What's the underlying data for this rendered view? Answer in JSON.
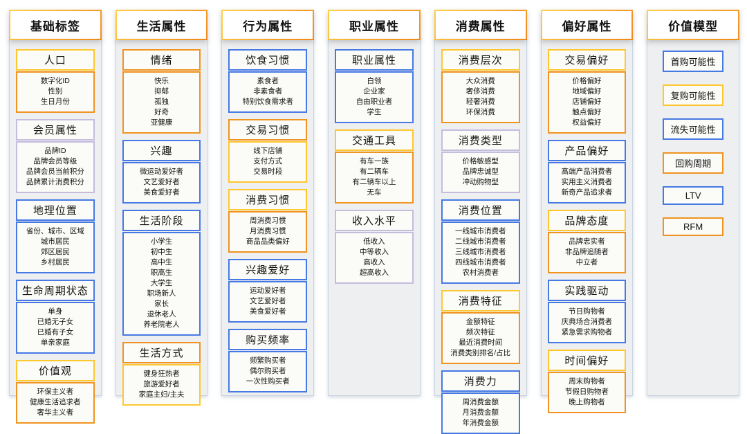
{
  "palette": {
    "yellow": "#FFC72E",
    "orange": "#F0931F",
    "blue": "#4679E4",
    "lavender": "#C5BCDE",
    "header_gradient_start": "#FFD14B",
    "header_gradient_end": "#F08A1D",
    "panel_bg": "#EEEFF1",
    "panel_border": "#C9D5E2",
    "box_bg": "#FBFBF8"
  },
  "columns": [
    {
      "title": "基础标签",
      "groups": [
        {
          "title": "人口",
          "title_color": "yellow",
          "items_color": "orange",
          "items": [
            "数字化ID",
            "性别",
            "生日月份"
          ]
        },
        {
          "title": "会员属性",
          "title_color": "lavender",
          "items_color": "lavender",
          "items": [
            "品牌ID",
            "品牌会员等级",
            "品牌会员当前积分",
            "品牌累计消费积分"
          ]
        },
        {
          "title": "地理位置",
          "title_color": "blue",
          "items_color": "blue",
          "items": [
            "省份、城市、区域",
            "城市居民",
            "郊区居民",
            "乡村居民"
          ]
        },
        {
          "title": "生命周期状态",
          "title_color": "blue",
          "items_color": "blue",
          "items": [
            "单身",
            "已婚无子女",
            "已婚有子女",
            "单亲家庭"
          ]
        },
        {
          "title": "价值观",
          "title_color": "yellow",
          "items_color": "orange",
          "items": [
            "环保主义者",
            "健康生活追求者",
            "奢华主义者"
          ]
        }
      ]
    },
    {
      "title": "生活属性",
      "groups": [
        {
          "title": "情绪",
          "title_color": "orange",
          "items_color": "orange",
          "items": [
            "快乐",
            "抑郁",
            "孤独",
            "好奇",
            "亚健康"
          ]
        },
        {
          "title": "兴趣",
          "title_color": "blue",
          "items_color": "blue",
          "items": [
            "微运动爱好者",
            "文艺爱好者",
            "美食爱好者"
          ]
        },
        {
          "title": "生活阶段",
          "title_color": "blue",
          "items_color": "blue",
          "items": [
            "小学生",
            "初中生",
            "高中生",
            "职高生",
            "大学生",
            "职场新人",
            "家长",
            "退休老人",
            "养老院老人"
          ]
        },
        {
          "title": "生活方式",
          "title_color": "orange",
          "items_color": "yellow",
          "items": [
            "健身狂热者",
            "旅游爱好者",
            "家庭主妇/主夫"
          ]
        }
      ]
    },
    {
      "title": "行为属性",
      "groups": [
        {
          "title": "饮食习惯",
          "title_color": "blue",
          "items_color": "blue",
          "items": [
            "素食者",
            "非素食者",
            "特别饮食需求者"
          ]
        },
        {
          "title": "交易习惯",
          "title_color": "orange",
          "items_color": "yellow",
          "items": [
            "线下店铺",
            "支付方式",
            "交易时段"
          ]
        },
        {
          "title": "消费习惯",
          "title_color": "yellow",
          "items_color": "orange",
          "items": [
            "周消费习惯",
            "月消费习惯",
            "商品品类偏好"
          ]
        },
        {
          "title": "兴趣爱好",
          "title_color": "blue",
          "items_color": "blue",
          "items": [
            "运动爱好者",
            "文艺爱好者",
            "美食爱好者"
          ]
        },
        {
          "title": "购买频率",
          "title_color": "blue",
          "items_color": "blue",
          "items": [
            "频繁购买者",
            "偶尔购买者",
            "一次性购买者"
          ]
        }
      ]
    },
    {
      "title": "职业属性",
      "groups": [
        {
          "title": "职业属性",
          "title_color": "blue",
          "items_color": "blue",
          "items": [
            "白领",
            "企业家",
            "自由职业者",
            "学生"
          ]
        },
        {
          "title": "交通工具",
          "title_color": "yellow",
          "items_color": "orange",
          "items": [
            "有车一族",
            "有二辆车",
            "有二辆车以上",
            "无车"
          ]
        },
        {
          "title": "收入水平",
          "title_color": "lavender",
          "items_color": "lavender",
          "items": [
            "低收入",
            "中等收入",
            "高收入",
            "超高收入"
          ]
        }
      ]
    },
    {
      "title": "消费属性",
      "groups": [
        {
          "title": "消费层次",
          "title_color": "yellow",
          "items_color": "orange",
          "items": [
            "大众消费",
            "奢侈消费",
            "轻奢消费",
            "环保消费"
          ]
        },
        {
          "title": "消费类型",
          "title_color": "lavender",
          "items_color": "lavender",
          "items": [
            "价格敏感型",
            "品牌忠诚型",
            "冲动购物型"
          ]
        },
        {
          "title": "消费位置",
          "title_color": "blue",
          "items_color": "blue",
          "items": [
            "一线城市消费者",
            "二线城市消费者",
            "三线城市消费者",
            "四线城市消费者",
            "农村消费者"
          ]
        },
        {
          "title": "消费特征",
          "title_color": "yellow",
          "items_color": "orange",
          "items": [
            "金额特征",
            "频次特征",
            "最近消费时间",
            "消费类别排名/占比"
          ]
        },
        {
          "title": "消费力",
          "title_color": "blue",
          "items_color": "blue",
          "items": [
            "周消费金额",
            "月消费金额",
            "年消费金额"
          ]
        }
      ]
    },
    {
      "title": "偏好属性",
      "groups": [
        {
          "title": "交易偏好",
          "title_color": "yellow",
          "items_color": "orange",
          "items": [
            "价格偏好",
            "地域偏好",
            "店铺偏好",
            "触点偏好",
            "权益偏好"
          ]
        },
        {
          "title": "产品偏好",
          "title_color": "blue",
          "items_color": "blue",
          "items": [
            "高端产品消费者",
            "实用主义消费者",
            "新奇产品追求者"
          ]
        },
        {
          "title": "品牌态度",
          "title_color": "yellow",
          "items_color": "orange",
          "items": [
            "品牌忠实者",
            "非品牌追随者",
            "中立者"
          ]
        },
        {
          "title": "实践驱动",
          "title_color": "blue",
          "items_color": "blue",
          "items": [
            "节日购物者",
            "庆典场合消费者",
            "紧急需求购物者"
          ]
        },
        {
          "title": "时间偏好",
          "title_color": "yellow",
          "items_color": "orange",
          "items": [
            "周末购物者",
            "节假日购物者",
            "晚上购物者"
          ]
        }
      ]
    },
    {
      "title": "价值模型",
      "models": [
        {
          "label": "首购可能性",
          "color": "blue"
        },
        {
          "label": "复购可能性",
          "color": "yellow"
        },
        {
          "label": "流失可能性",
          "color": "blue"
        },
        {
          "label": "回购周期",
          "color": "orange"
        },
        {
          "label": "LTV",
          "color": "blue"
        },
        {
          "label": "RFM",
          "color": "orange"
        }
      ]
    }
  ]
}
